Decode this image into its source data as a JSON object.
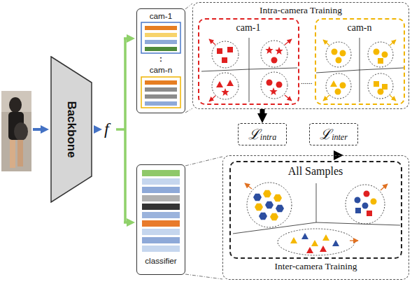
{
  "diagram": {
    "nodes": [
      {
        "text": [
          "Backbone"
        ]
      },
      {
        "text": [
          "cam-1",
          ":",
          "cam-n"
        ]
      },
      {
        "text": [
          "Intra-camera Training"
        ]
      },
      {
        "text": [
          "cam-1"
        ],
        "in": 2
      },
      {
        "text": [
          "cam-n"
        ],
        "in": 2
      },
      {
        "text": [
          "ℒ",
          "intra"
        ]
      },
      {
        "text": [
          "ℒ",
          "inter"
        ]
      },
      {
        "text": [
          "classifier"
        ]
      },
      {
        "text": [
          "Inter-camera Training"
        ]
      },
      {
        "text": [
          "All Samples"
        ],
        "in": 8
      }
    ],
    "edges": [
      {
        "from": 2,
        "to": 5,
        "arrow": "to"
      },
      {
        "from": 8,
        "to": 6,
        "arrow": "to"
      }
    ],
    "labels": [
      "f",
      "......"
    ]
  }
}
